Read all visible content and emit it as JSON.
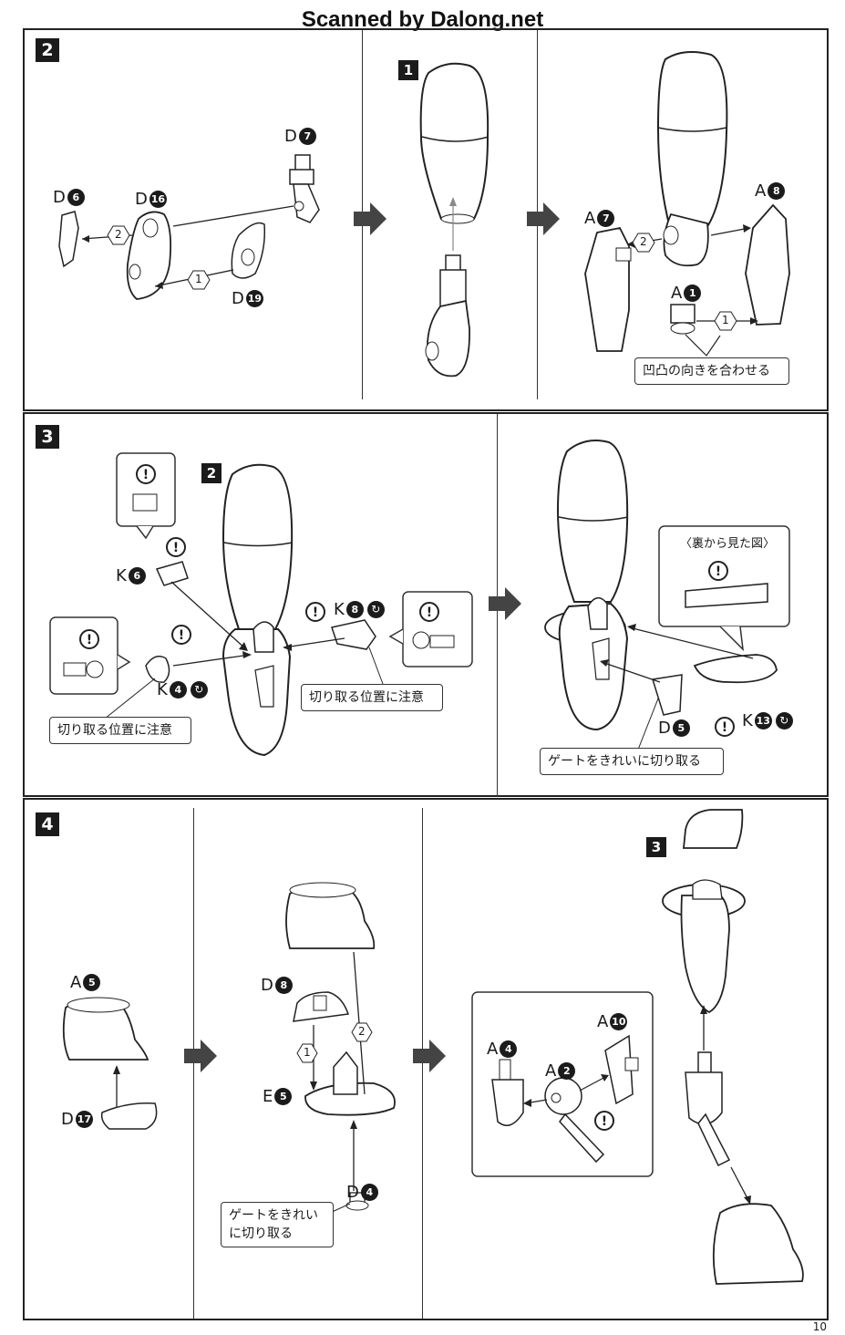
{
  "header": {
    "title": "Scanned by Dalong.net"
  },
  "page_number": "10",
  "steps": {
    "s2": {
      "badge": "2",
      "sub1_badge": "1",
      "labels": {
        "d7": {
          "letter": "D",
          "num": "7"
        },
        "d6": {
          "letter": "D",
          "num": "6"
        },
        "d16": {
          "letter": "D",
          "num": "16"
        },
        "d19": {
          "letter": "D",
          "num": "19"
        },
        "a7": {
          "letter": "A",
          "num": "7"
        },
        "a8": {
          "letter": "A",
          "num": "8"
        },
        "a1": {
          "letter": "A",
          "num": "1"
        }
      },
      "order": {
        "o1": "1",
        "o2": "2",
        "o3": "2",
        "o4": "1"
      },
      "note": "凹凸の向きを合わせる"
    },
    "s3": {
      "badge": "3",
      "sub2_badge": "2",
      "labels": {
        "k6": {
          "letter": "K",
          "num": "6"
        },
        "k8": {
          "letter": "K",
          "num": "8"
        },
        "k4": {
          "letter": "K",
          "num": "4"
        },
        "d5": {
          "letter": "D",
          "num": "5"
        },
        "k13": {
          "letter": "K",
          "num": "13"
        }
      },
      "note_left": "切り取る位置に注意",
      "note_mid": "切り取る位置に注意",
      "note_right": "ゲートをきれいに切り取る",
      "rear_view": "〈裏から見た図〉",
      "warn": "!"
    },
    "s4": {
      "badge": "4",
      "sub3_badge": "3",
      "labels": {
        "a5": {
          "letter": "A",
          "num": "5"
        },
        "d17": {
          "letter": "D",
          "num": "17"
        },
        "d8": {
          "letter": "D",
          "num": "8"
        },
        "e5": {
          "letter": "E",
          "num": "5"
        },
        "d4": {
          "letter": "D",
          "num": "4"
        },
        "a4": {
          "letter": "A",
          "num": "4"
        },
        "a2": {
          "letter": "A",
          "num": "2"
        },
        "a10": {
          "letter": "A",
          "num": "10"
        }
      },
      "order": {
        "o1": "1",
        "o2": "2"
      },
      "note": "ゲートをきれい\nに切り取る"
    }
  }
}
